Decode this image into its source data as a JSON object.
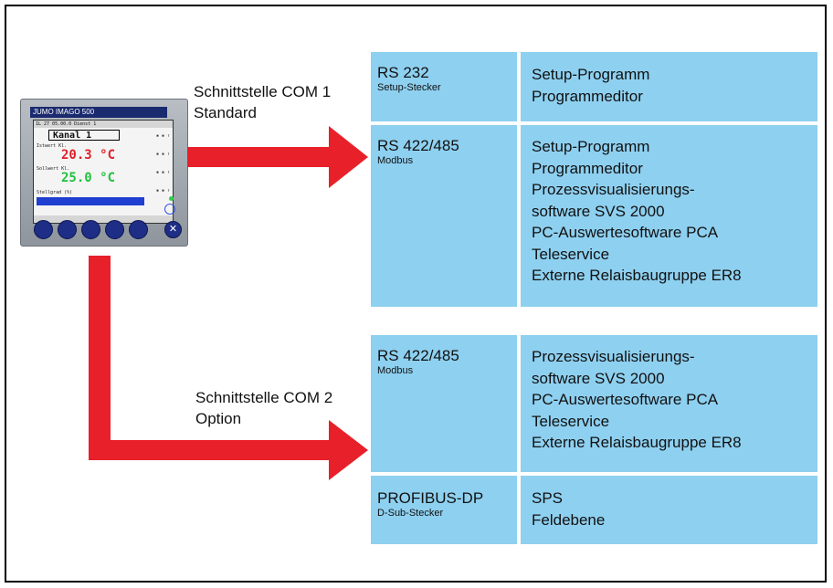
{
  "device": {
    "brand": "JUMO IMAGO 500",
    "screen_header": "1L 27  05.00.0  Dienst 1",
    "screen_title": "Kanal 1",
    "reading_1_label": "Istwert Kl.",
    "reading_1": "20.3 °C",
    "reading_2_label": "Sollwert Kl.",
    "reading_2": "25.0 °C",
    "bar_label": "Stellgrad (%)"
  },
  "com1": {
    "label": "Schnittstelle COM 1",
    "sublabel": "Standard"
  },
  "com2": {
    "label": "Schnittstelle COM 2",
    "sublabel": "Option"
  },
  "rows": [
    {
      "interface": "RS 232",
      "sub": "Setup-Stecker",
      "items": [
        "Setup-Programm",
        "Programmeditor"
      ]
    },
    {
      "interface": "RS 422/485",
      "sub": "Modbus",
      "items": [
        "Setup-Programm",
        "Programmeditor",
        "Prozessvisualisierungs-",
        "software SVS 2000",
        "PC-Auswertesoftware PCA",
        "Teleservice",
        "Externe Relaisbaugruppe ER8"
      ]
    },
    {
      "interface": "RS 422/485",
      "sub": "Modbus",
      "items": [
        "Prozessvisualisierungs-",
        "software SVS 2000",
        "PC-Auswertesoftware PCA",
        "Teleservice",
        "Externe Relaisbaugruppe ER8"
      ]
    },
    {
      "interface": "PROFIBUS-DP",
      "sub": "D-Sub-Stecker",
      "items": [
        "SPS",
        "Feldebene"
      ]
    }
  ],
  "colors": {
    "cell": "#8ed0f0",
    "arrow": "#e8202a"
  }
}
